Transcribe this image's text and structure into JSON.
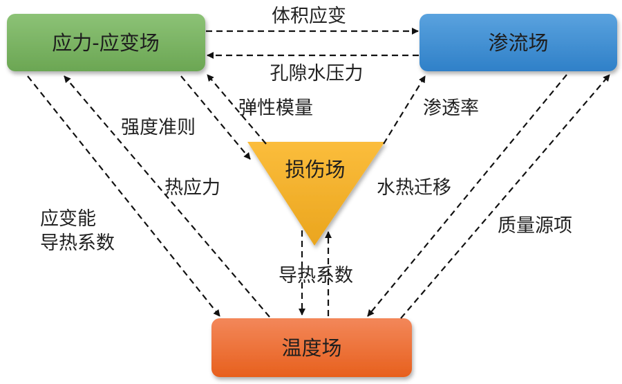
{
  "nodes": {
    "stress": {
      "label": "应力-应变场",
      "color": "#7bb465"
    },
    "seepage": {
      "label": "渗流场",
      "color": "#3f8fd4"
    },
    "damage": {
      "label": "损伤场",
      "color": "#f7b42a"
    },
    "temperature": {
      "label": "温度场",
      "color": "#ec6b28"
    }
  },
  "edges": {
    "volumetric_strain": "体积应变",
    "pore_pressure": "孔隙水压力",
    "strength_criterion": "强度准则",
    "elastic_modulus": "弹性模量",
    "permeability": "渗透率",
    "thermal_stress": "热应力",
    "hydrothermal_migration": "水热迁移",
    "strain_energy": "应变能",
    "thermal_conductivity_left": "导热系数",
    "mass_source": "质量源项",
    "thermal_conductivity_center": "导热系数"
  }
}
